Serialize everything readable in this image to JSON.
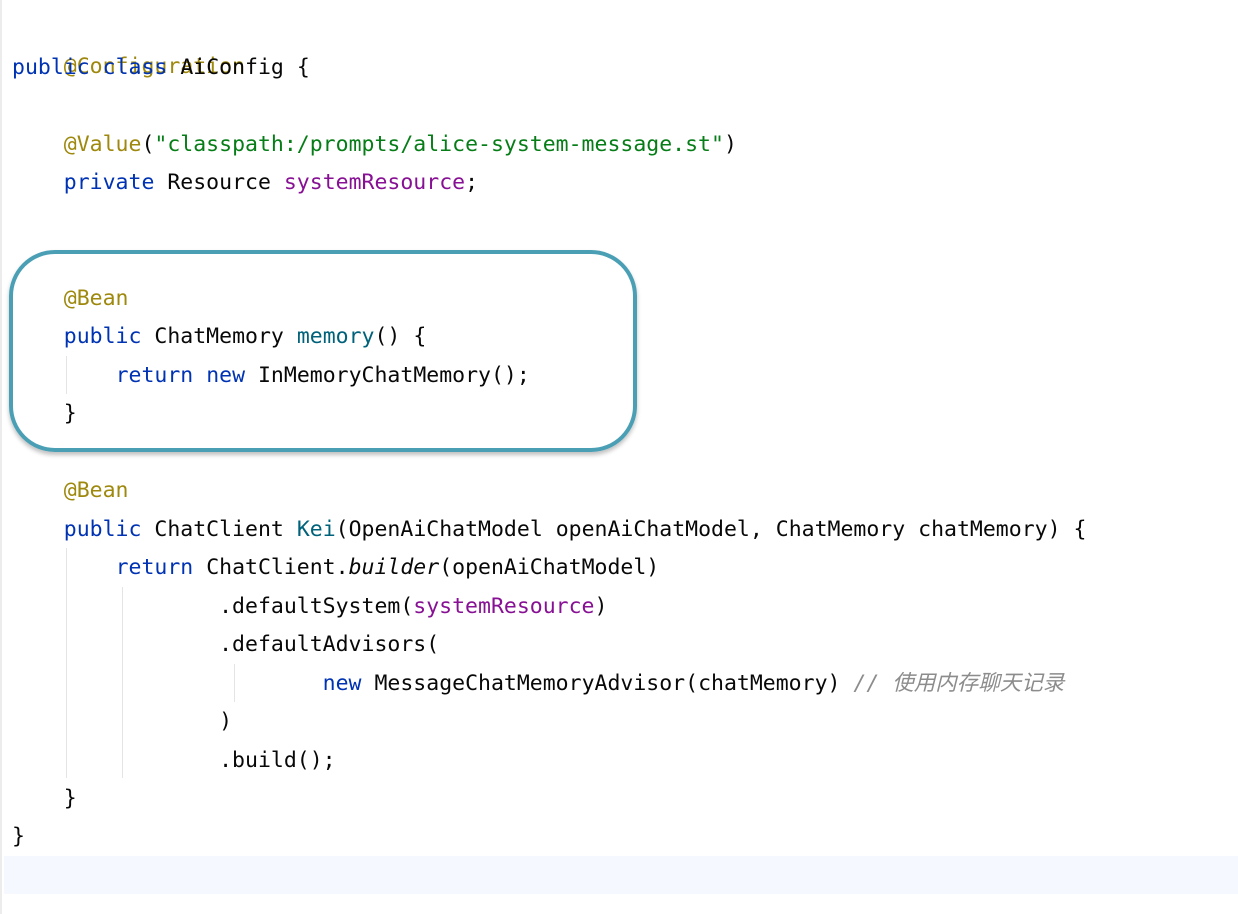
{
  "code": {
    "l01_annotation": "@Configuration",
    "l02_public": "public",
    "l02_class": "class",
    "l02_name": "AiConfig",
    "l02_brace": "{",
    "l04_annotation": "@Value",
    "l04_open": "(",
    "l04_string": "\"classpath:/prompts/alice-system-message.st\"",
    "l04_close": ")",
    "l05_private": "private",
    "l05_type": "Resource",
    "l05_field": "systemResource",
    "l05_semi": ";",
    "l07_annotation": "@Bean",
    "l08_public": "public",
    "l08_type": "ChatMemory",
    "l08_method": "memory",
    "l08_rest": "() {",
    "l09_return": "return",
    "l09_new": "new",
    "l09_rest": "InMemoryChatMemory();",
    "l10_brace": "}",
    "l12_annotation": "@Bean",
    "l13_public": "public",
    "l13_type": "ChatClient",
    "l13_method": "Kei",
    "l13_params": "(OpenAiChatModel openAiChatModel, ChatMemory chatMemory) {",
    "l14_return": "return",
    "l14_type": "ChatClient.",
    "l14_builder": "builder",
    "l14_args": "(openAiChatModel)",
    "l15_call": ".defaultSystem(",
    "l15_field": "systemResource",
    "l15_close": ")",
    "l16_call": ".defaultAdvisors(",
    "l17_new": "new",
    "l17_rest": "MessageChatMemoryAdvisor(chatMemory)",
    "l17_comment_slash": "//",
    "l17_comment_text": "使用内存聊天记录",
    "l18_paren": ")",
    "l19_build": ".build();",
    "l20_brace": "}",
    "l21_brace": "}"
  },
  "colors": {
    "keyword": "#0033b3",
    "annotation": "#9e880d",
    "string": "#067d17",
    "field": "#871094",
    "method": "#00627a",
    "comment": "#8c8c8c",
    "highlight_border": "#4a9fb5",
    "current_line": "#f5f8fe"
  }
}
